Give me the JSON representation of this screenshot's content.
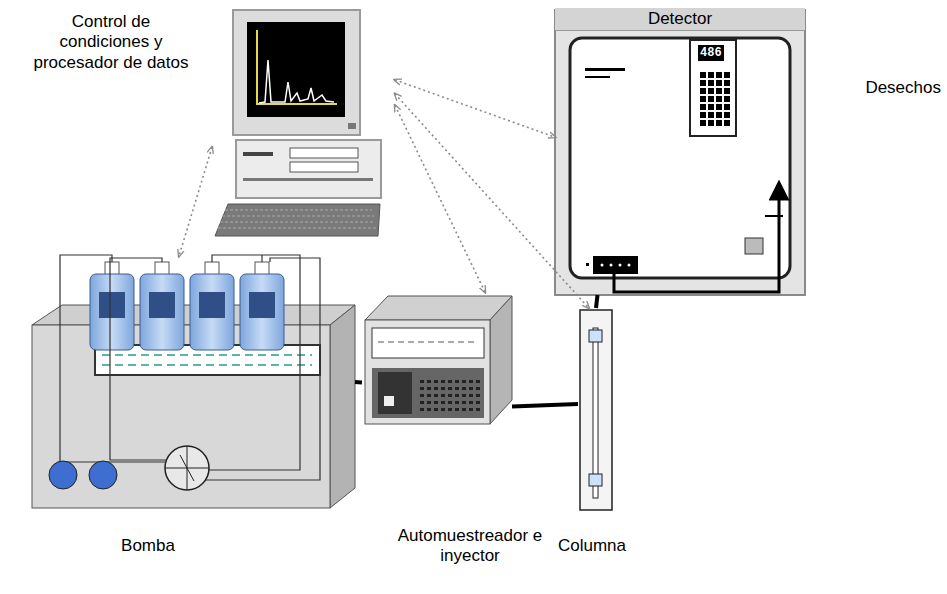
{
  "diagram": {
    "nodes": [
      {
        "text": [
          "Control de condiciones y procesador de datos"
        ]
      },
      {
        "text": [
          "Detector"
        ]
      },
      {
        "text": [
          "Bomba"
        ]
      },
      {
        "text": [
          "Automuestreador e inyector"
        ]
      },
      {
        "text": [
          "Columna"
        ]
      }
    ],
    "edges": [
      {
        "from": 0,
        "to": 1,
        "arrow": "both"
      },
      {
        "from": 0,
        "to": 2,
        "arrow": "both"
      },
      {
        "from": 0,
        "to": 3,
        "arrow": "both"
      },
      {
        "from": 0,
        "to": 4,
        "arrow": "both"
      },
      {
        "from": 2,
        "to": 3,
        "arrow": "none"
      },
      {
        "from": 3,
        "to": 4,
        "arrow": "none"
      },
      {
        "from": 4,
        "to": 1,
        "arrow": "none"
      }
    ],
    "labels": [
      "Desechos",
      "486"
    ]
  }
}
